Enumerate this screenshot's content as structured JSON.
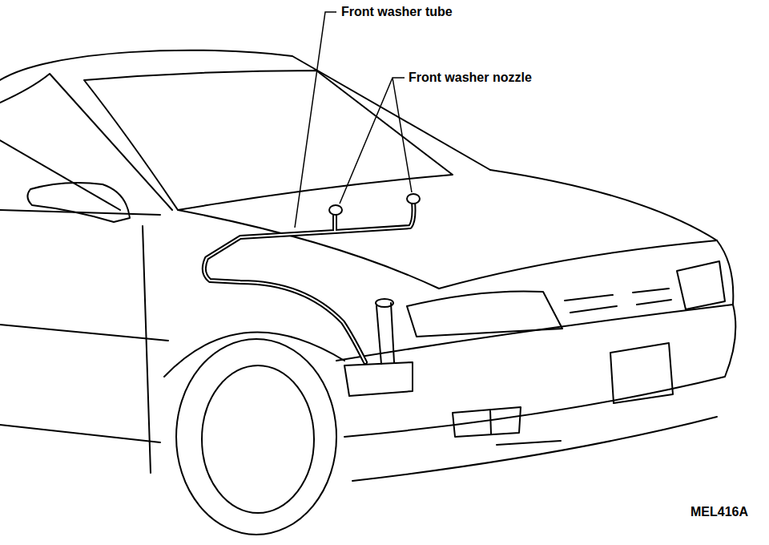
{
  "diagram": {
    "labels": [
      "Front washer tube",
      "Front washer nozzle",
      "MEL416A"
    ]
  }
}
